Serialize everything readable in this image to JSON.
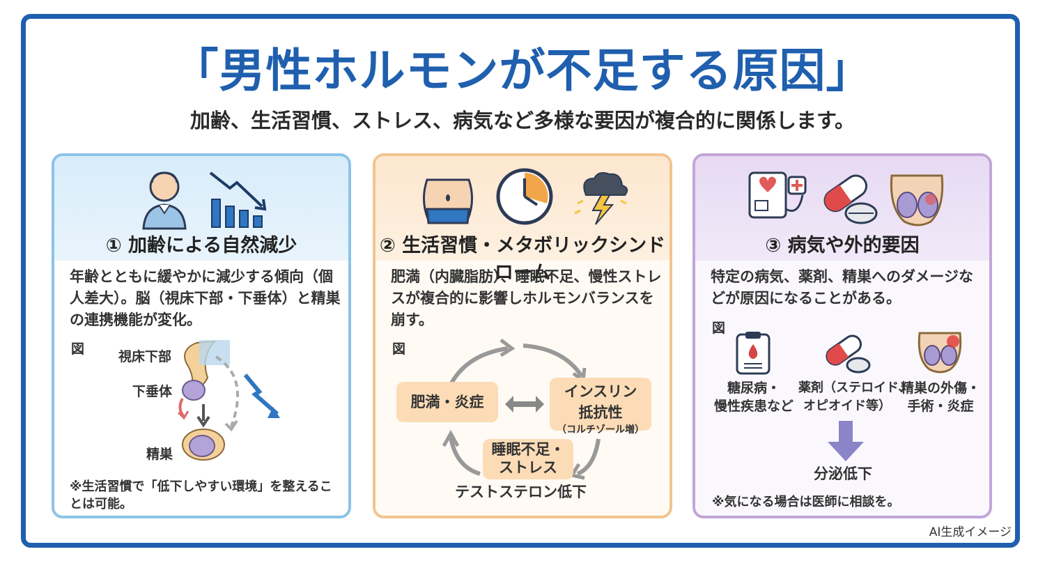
{
  "title": "「男性ホルモンが不足する原因」",
  "subtitle": "加齢、生活習慣、ストレス、病気など多様な要因が複合的に関係します。",
  "cards": [
    {
      "heading": "① 加齢による自然減少",
      "body": "年齢とともに緩やかに減少する傾向（個人差大）。脳（視床下部・下垂体）と精巣の連携機能が変化。",
      "fig_label": "図",
      "labels": {
        "hypothalamus": "視床下部",
        "pituitary": "下垂体",
        "testis": "精巣"
      },
      "note": "※生活習慣で「低下しやすい環境」を整えることは可能。",
      "icons": [
        "elderly-man-icon",
        "declining-chart-icon"
      ]
    },
    {
      "heading": "② 生活習慣・メタボリックシンドローム",
      "body": "肥満（内臓脂肪）、睡眠不足、慢性ストレスが複合的に影響しホルモンバランスを崩す。",
      "fig_label": "図",
      "cycle": {
        "obesity": "肥満・炎症",
        "insulin_line1": "インスリン",
        "insulin_line2": "抵抗性",
        "insulin_sub": "（コルチゾール増）",
        "sleep_line1": "睡眠不足・",
        "sleep_line2": "ストレス",
        "result": "テストステロン低下"
      },
      "icons": [
        "belly-icon",
        "clock-icon",
        "storm-icon"
      ]
    },
    {
      "heading": "③ 病気や外的要因",
      "body": "特定の病気、薬剤、精巣へのダメージなどが原因になることがある。",
      "fig_label": "図",
      "items": [
        {
          "line1": "糖尿病・",
          "line2": "慢性疾患など",
          "icon": "clipboard-blood-icon"
        },
        {
          "line1": "薬剤（ステロイド、",
          "line2": "オピオイド等）",
          "icon": "pill-icon"
        },
        {
          "line1": "精巣の外傷・",
          "line2": "手術・炎症",
          "icon": "testis-injury-icon"
        }
      ],
      "result": "分泌低下",
      "note": "※気になる場合は医師に相談を。",
      "icons": [
        "medical-monitor-icon",
        "capsule-icon",
        "testis-icon"
      ]
    }
  ],
  "ai_label": "AI生成イメージ",
  "colors": {
    "primary": "#1f5fae",
    "card1": "#8cc3e8",
    "card2": "#f3c48f",
    "card3": "#c2a6d8"
  }
}
